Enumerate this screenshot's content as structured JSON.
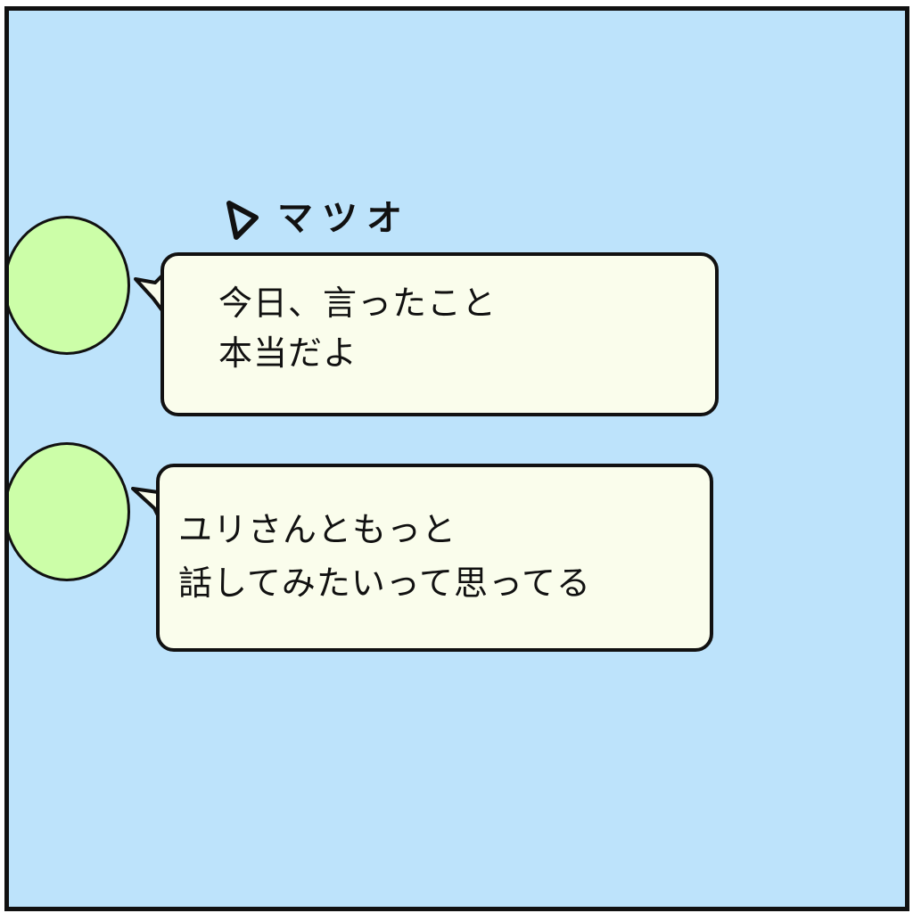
{
  "chat": {
    "contact_name": "マツオ",
    "messages": [
      {
        "line1": "今日、言ったこと",
        "line2": "本当だよ"
      },
      {
        "line1": "ユリさんともっと",
        "line2": "話してみたいって思ってる"
      }
    ]
  },
  "colors": {
    "background": "#bde3fb",
    "bubble": "#fafdec",
    "avatar": "#ccfea8"
  }
}
